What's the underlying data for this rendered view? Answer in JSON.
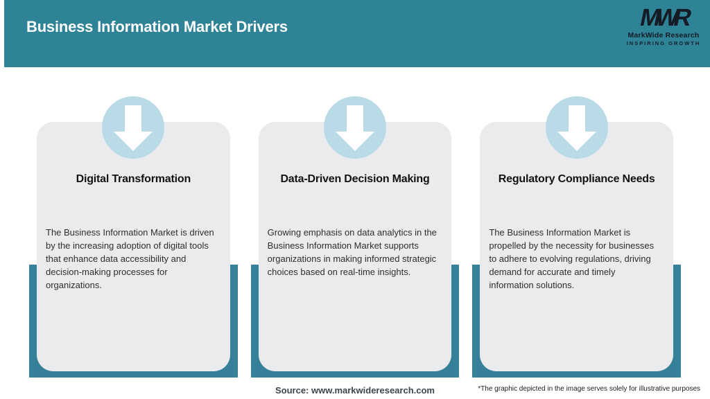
{
  "header": {
    "title": "Business Information Market Drivers",
    "logo": {
      "monogram": "MWR",
      "name": "MarkWide Research",
      "tagline": "INSPIRING GROWTH"
    }
  },
  "cards": [
    {
      "title": "Digital Transformation",
      "description": "The Business Information Market is driven by the increasing adoption of digital tools that enhance data accessibility and decision-making processes for organizations."
    },
    {
      "title": "Data-Driven Decision Making",
      "description": "Growing emphasis on data analytics in the Business Information Market supports organizations in making informed strategic choices based on real-time insights."
    },
    {
      "title": "Regulatory Compliance Needs",
      "description": "The Business Information Market is propelled by the necessity for businesses to adhere to evolving regulations, driving demand for accurate and timely information solutions."
    }
  ],
  "footer": {
    "source": "Source: www.markwideresearch.com",
    "disclaimer": "*The graphic depicted in the image serves solely for illustrative purposes"
  },
  "colors": {
    "teal": "#2f8396",
    "band": "#36809a",
    "card": "#e9ebec",
    "circle": "#badae7",
    "arrow": "#ffffff"
  }
}
